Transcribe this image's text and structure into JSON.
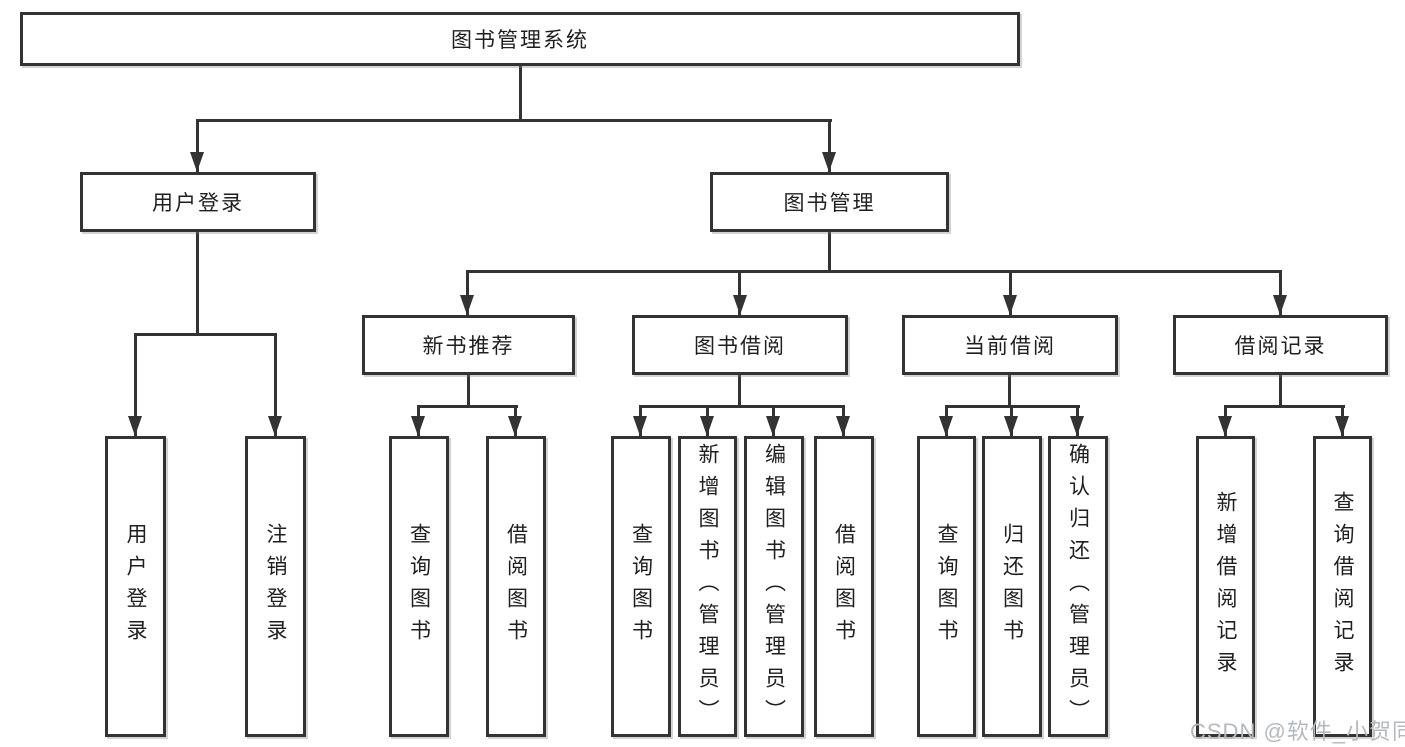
{
  "tree": {
    "root": {
      "label": "图书管理系统",
      "children": [
        {
          "label": "用户登录",
          "children": [
            {
              "label": "用户登录"
            },
            {
              "label": "注销登录"
            }
          ]
        },
        {
          "label": "图书管理",
          "children": [
            {
              "label": "新书推荐",
              "children": [
                {
                  "label": "查询图书"
                },
                {
                  "label": "借阅图书"
                }
              ]
            },
            {
              "label": "图书借阅",
              "children": [
                {
                  "label": "查询图书"
                },
                {
                  "label": "新增图书（管理员）"
                },
                {
                  "label": "编辑图书（管理员）"
                },
                {
                  "label": "借阅图书"
                }
              ]
            },
            {
              "label": "当前借阅",
              "children": [
                {
                  "label": "查询图书"
                },
                {
                  "label": "归还图书"
                },
                {
                  "label": "确认归还（管理员）"
                }
              ]
            },
            {
              "label": "借阅记录",
              "children": [
                {
                  "label": "新增借阅记录"
                },
                {
                  "label": "查询借阅记录"
                }
              ]
            }
          ]
        }
      ]
    }
  },
  "watermark": {
    "text": "CSDN @软件_小贺同学"
  },
  "colors": {
    "line": "#333333",
    "box_background": "#ffffff",
    "text": "#1f1f1f",
    "watermark": "#b4b9bd",
    "page_background": "#ffffff"
  }
}
